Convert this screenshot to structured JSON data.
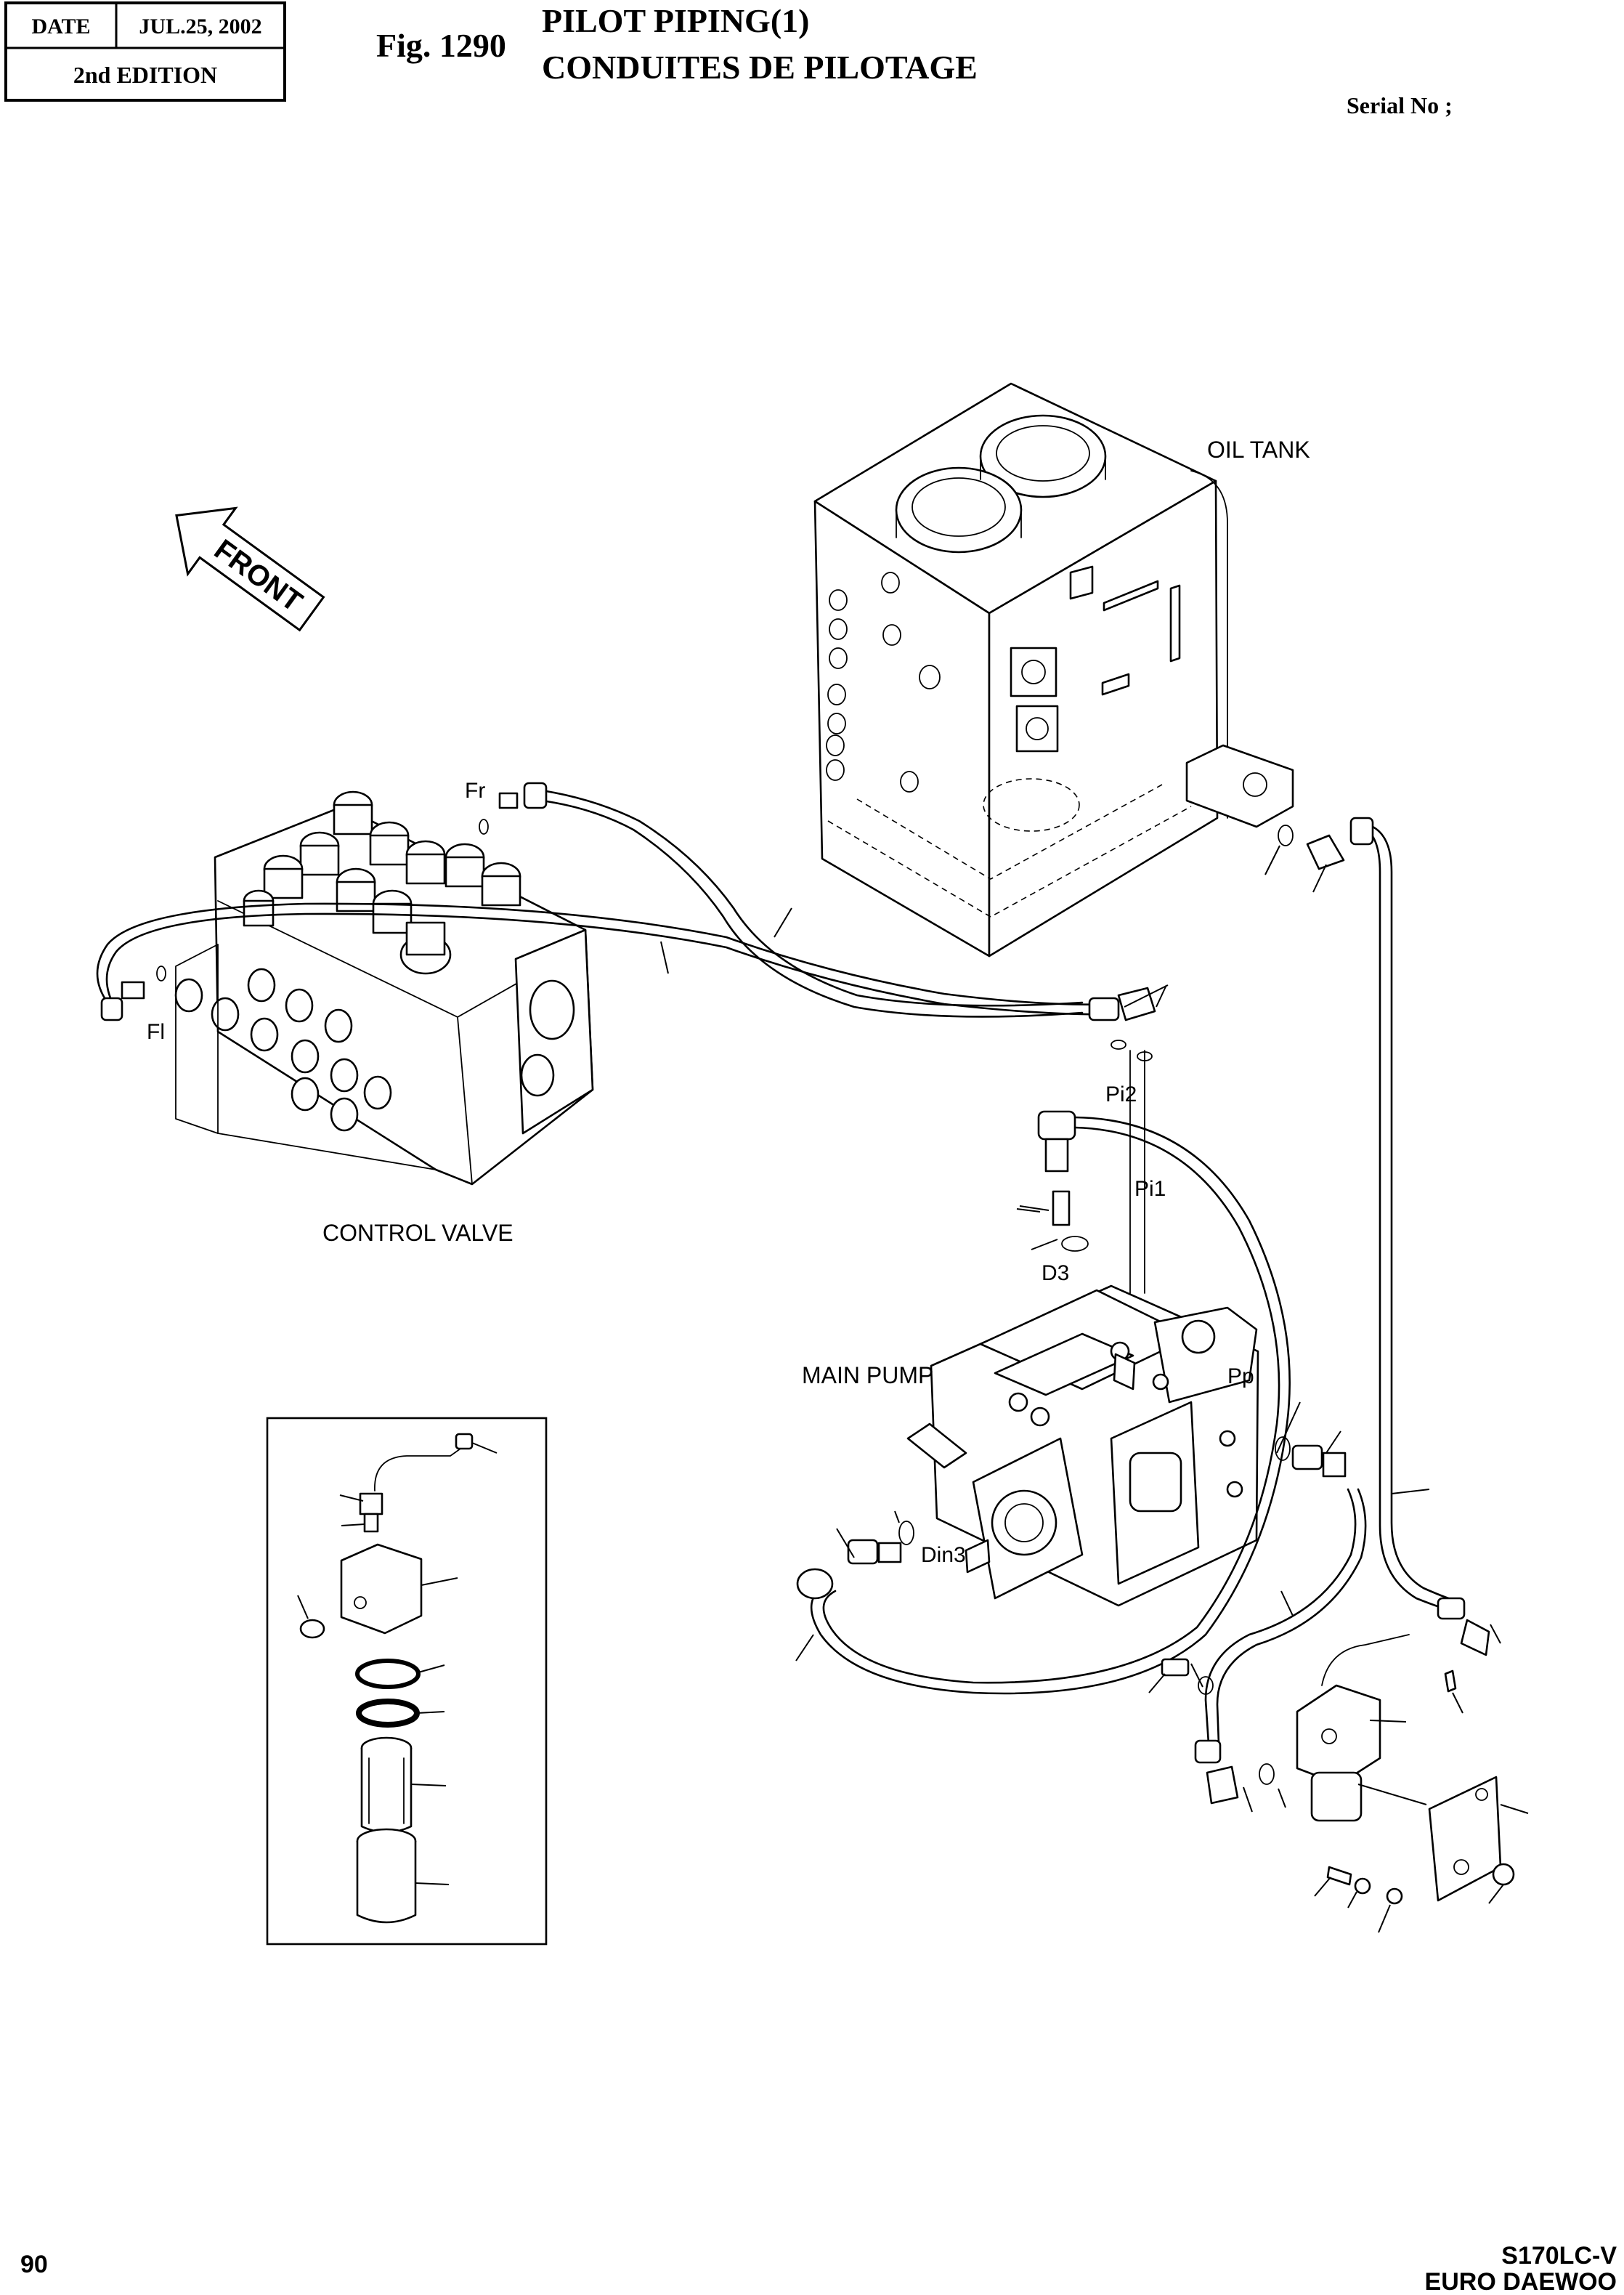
{
  "header": {
    "date_label": "DATE",
    "date_value": "JUL.25, 2002",
    "edition": "2nd  EDITION",
    "fig_number": "Fig. 1290",
    "title_en": "PILOT PIPING(1)",
    "title_fr": "CONDUITES DE PILOTAGE",
    "serial": "Serial No ;"
  },
  "direction_arrow": "FRONT",
  "components": {
    "oil_tank": "OIL TANK",
    "control_valve": "CONTROL VALVE",
    "main_pump": "MAIN PUMP"
  },
  "ports": {
    "fr": "Fr",
    "fl": "Fl",
    "pi2": "Pi2",
    "pi1": "Pi1",
    "d3": "D3",
    "pp": "Pp",
    "din3": "Din3"
  },
  "footer": {
    "page_number": "90",
    "model": "S170LC-V",
    "brand": "EURO DAEWOO"
  }
}
